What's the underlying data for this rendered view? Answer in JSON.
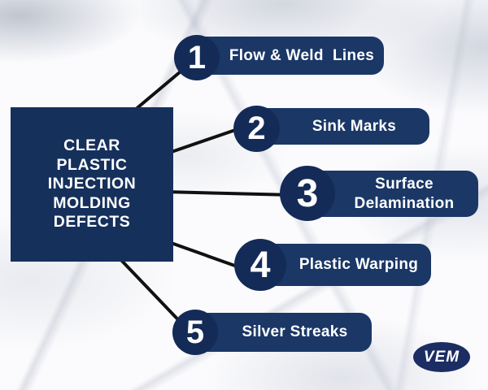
{
  "title": {
    "lines": [
      "CLEAR",
      "PLASTIC",
      "INJECTION",
      "MOLDING",
      "DEFECTS"
    ],
    "full_text": "CLEAR PLASTIC INJECTION MOLDING DEFECTS"
  },
  "items": [
    {
      "number": "1",
      "label": "Flow & Weld  Lines"
    },
    {
      "number": "2",
      "label": "Sink Marks"
    },
    {
      "number": "3",
      "label": "Surface Delamination"
    },
    {
      "number": "4",
      "label": "Plastic Warping"
    },
    {
      "number": "5",
      "label": "Silver Streaks"
    }
  ],
  "logo": {
    "text": "VEM"
  },
  "colors": {
    "box_navy": "#16305c",
    "pill_navy": "#1a3766",
    "circle_navy": "#142b57",
    "connector_line": "#111111",
    "text": "#ffffff",
    "background_base": "#fbfbfd"
  }
}
